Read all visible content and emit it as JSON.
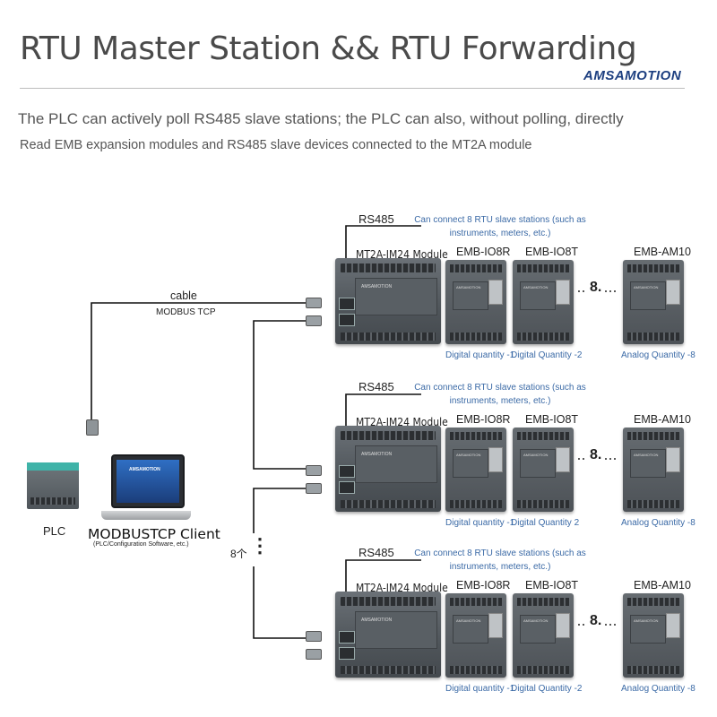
{
  "header": {
    "title": "RTU Master Station && RTU Forwarding",
    "brand": "AMSAMOTION",
    "subtitle_1": "The PLC can actively poll RS485 slave stations; the PLC can also, without polling, directly",
    "subtitle_2": "Read EMB expansion modules and RS485 slave devices connected to the MT2A module"
  },
  "left": {
    "cable_label": "cable",
    "cable_protocol": "MODBUS TCP",
    "plc_label": "PLC",
    "client_label": "MODBUSTCP Client",
    "client_sub": "(PLC/Configuration Software, etc.)",
    "laptop_screen_text": "AMSAMOTION",
    "count_label": "8个",
    "count_dots": "⋮"
  },
  "rows": [
    {
      "rs485": "RS485",
      "note_line1": "Can connect 8 RTU slave stations (such as",
      "note_line2": "instruments, meters, etc.)",
      "main_module": "MT2A-IM24 Module",
      "module_brand": "AMSAMOTION",
      "m1": "EMB-IO8R",
      "m2": "EMB-IO8T",
      "dots": "8.",
      "m3": "EMB-AM10",
      "q1": "Digital quantity -1",
      "q2": "Digital Quantity -2",
      "q3": "Analog Quantity -8"
    },
    {
      "rs485": "RS485",
      "note_line1": "Can connect 8 RTU slave stations (such as",
      "note_line2": "instruments, meters, etc.)",
      "main_module": "MT2A-IM24 Module",
      "module_brand": "AMSAMOTION",
      "m1": "EMB-IO8R",
      "m2": "EMB-IO8T",
      "dots": "8.",
      "m3": "EMB-AM10",
      "q1": "Digital quantity -1",
      "q2": "Digital Quantity 2",
      "q3": "Analog Quantity -8"
    },
    {
      "rs485": "RS485",
      "note_line1": "Can connect 8 RTU slave stations (such as",
      "note_line2": "instruments, meters, etc.)",
      "main_module": "MT2A-IM24 Module",
      "module_brand": "AMSAMOTION",
      "m1": "EMB-IO8R",
      "m2": "EMB-IO8T",
      "dots": "8.",
      "m3": "EMB-AM10",
      "q1": "Digital quantity -1",
      "q2": "Digital Quantity -2",
      "q3": "Analog Quantity -8"
    }
  ]
}
